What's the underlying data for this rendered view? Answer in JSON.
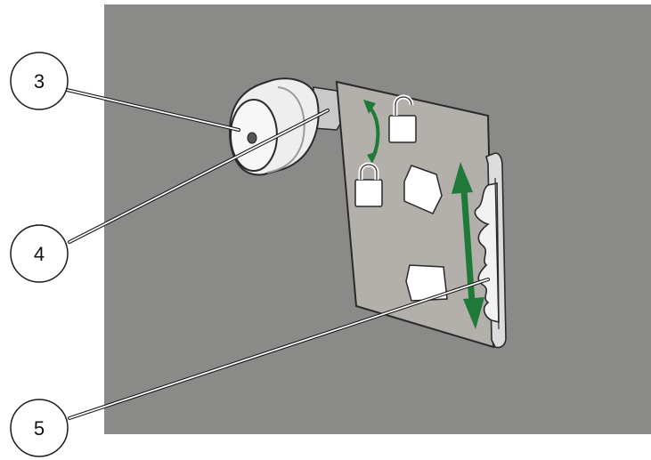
{
  "diagram": {
    "background_color": "#8a8b89",
    "arrow_color": "#1f7a3a",
    "callouts": [
      {
        "id": "3",
        "label": "3"
      },
      {
        "id": "4",
        "label": "4"
      },
      {
        "id": "5",
        "label": "5"
      }
    ],
    "icons": [
      "lock-open-icon",
      "lock-closed-icon",
      "media-icon",
      "media-icon"
    ]
  }
}
